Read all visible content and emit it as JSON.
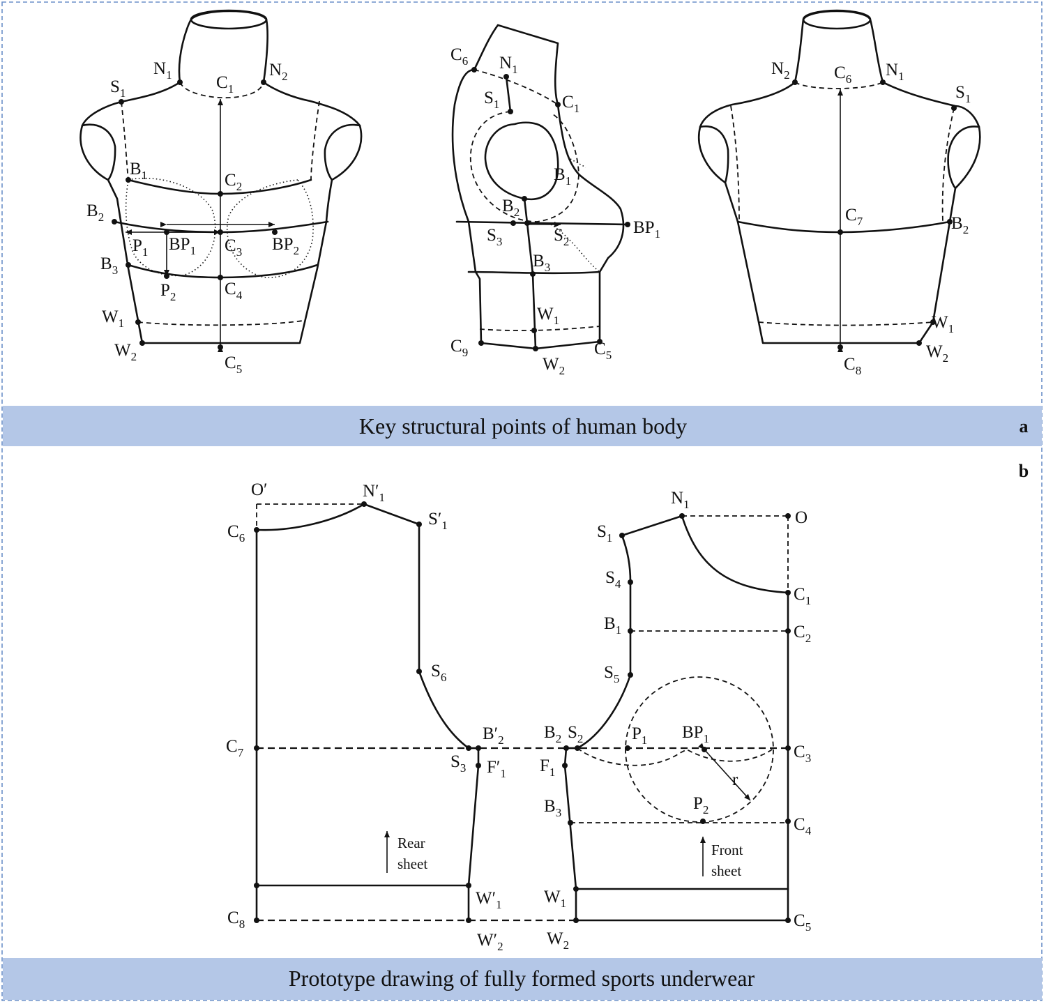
{
  "panel_a": {
    "letter": "a",
    "caption": "Key structural points of human body",
    "front_view_labels": [
      "N1",
      "N2",
      "S1",
      "C1",
      "B1",
      "C2",
      "B2",
      "P1",
      "BP1",
      "C3",
      "BP2",
      "B3",
      "P2",
      "C4",
      "W1",
      "W2",
      "C5"
    ],
    "side_view_labels": [
      "C6",
      "N1",
      "S1",
      "C1",
      "B1",
      "B2",
      "S3",
      "S2",
      "BP1",
      "B3",
      "W1",
      "C9",
      "W2",
      "C5"
    ],
    "back_view_labels": [
      "N2",
      "C6",
      "N1",
      "S1",
      "C7",
      "B2",
      "W1",
      "W2",
      "C8"
    ]
  },
  "panel_b": {
    "letter": "b",
    "caption": "Prototype drawing of fully formed sports underwear",
    "rear_sheet_labels": [
      "O′",
      "N′1",
      "S′1",
      "C6",
      "S6",
      "C7",
      "B′2",
      "S3",
      "F′1",
      "W′1",
      "C8",
      "W′2"
    ],
    "front_sheet_labels": [
      "N1",
      "O",
      "S1",
      "S4",
      "C1",
      "B1",
      "C2",
      "S5",
      "B2",
      "S2",
      "P1",
      "BP1",
      "C3",
      "F1",
      "r",
      "B3",
      "P2",
      "C4",
      "W1",
      "C5",
      "W2"
    ],
    "rear_note": [
      "Rear",
      "sheet"
    ],
    "front_note": [
      "Front",
      "sheet"
    ]
  },
  "colors": {
    "band": "#b4c7e7",
    "frame": "#6a8fc8",
    "ink": "#111111"
  }
}
